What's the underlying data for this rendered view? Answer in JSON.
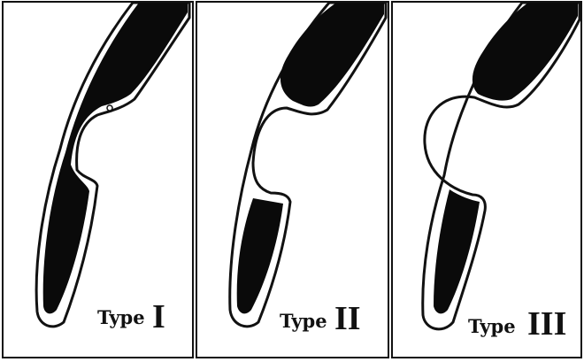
{
  "panels": [
    {
      "type_word": "Type",
      "type_numeral": "I"
    },
    {
      "type_word": "Type",
      "type_numeral": "II"
    },
    {
      "type_word": "Type",
      "type_numeral": "III"
    }
  ]
}
